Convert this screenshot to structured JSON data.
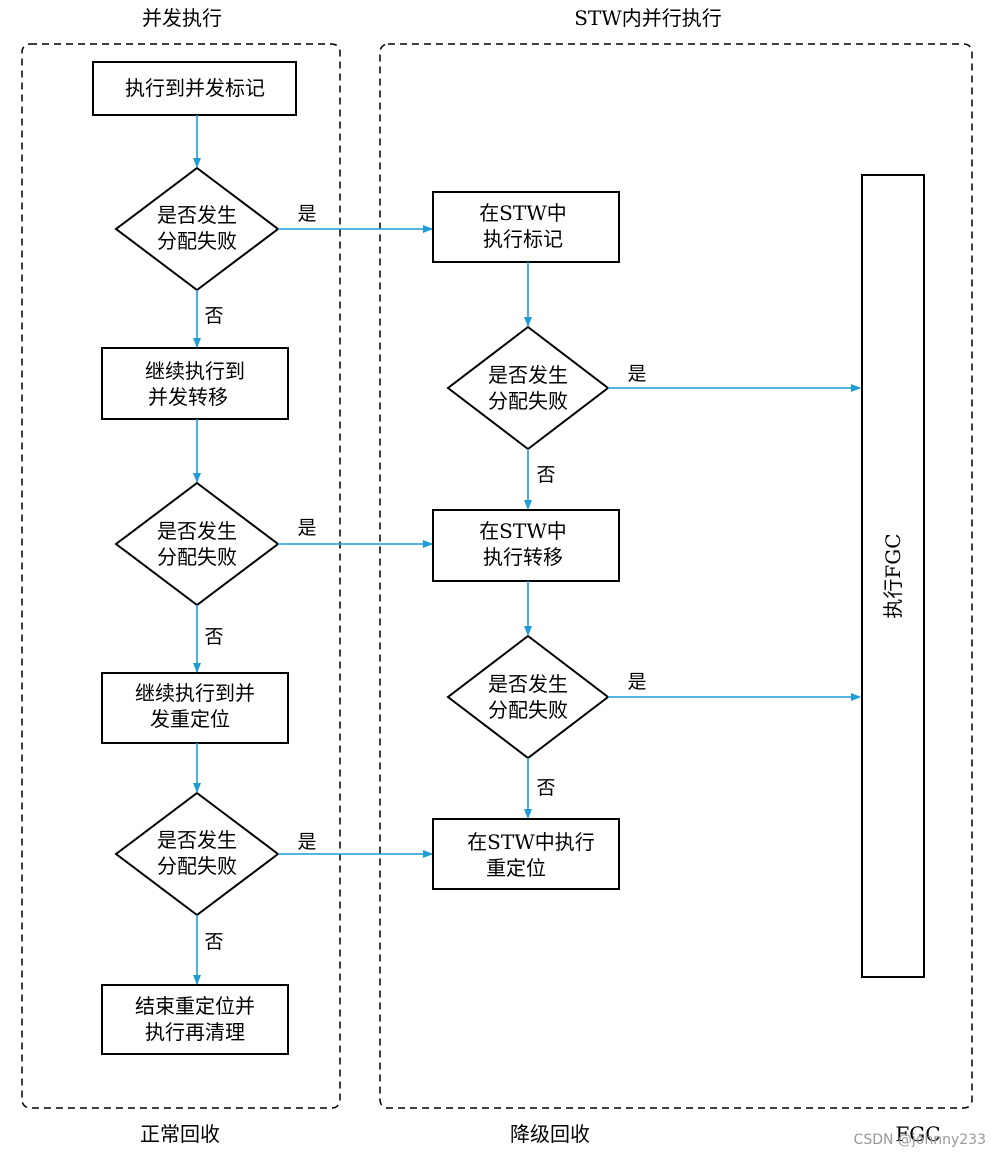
{
  "headers": {
    "concurrent": "并发执行",
    "stw_parallel": "STW内并行执行"
  },
  "footers": {
    "normal": "正常回收",
    "degraded": "降级回收",
    "fgc": "FGC"
  },
  "watermark": "CSDN @johnny233",
  "left_column": {
    "mark": [
      "执行到并发标记"
    ],
    "check1": [
      "是否发生",
      "分配失败"
    ],
    "transfer": [
      "继续执行到",
      "并发转移"
    ],
    "check2": [
      "是否发生",
      "分配失败"
    ],
    "relocate": [
      "继续执行到并",
      "发重定位"
    ],
    "check3": [
      "是否发生",
      "分配失败"
    ],
    "finish": [
      "结束重定位并",
      "执行再清理"
    ]
  },
  "right_column": {
    "stw_mark": [
      "在STW中",
      "执行标记"
    ],
    "check_a": [
      "是否发生",
      "分配失败"
    ],
    "stw_transfer": [
      "在STW中",
      "执行转移"
    ],
    "check_b": [
      "是否发生",
      "分配失败"
    ],
    "stw_relocate": [
      "在STW中执行",
      "重定位"
    ]
  },
  "fgc_box": "执行FGC",
  "edge_labels": {
    "yes": "是",
    "no": "否"
  },
  "colors": {
    "arrow": "#1e9cd7",
    "stroke": "#000000"
  }
}
